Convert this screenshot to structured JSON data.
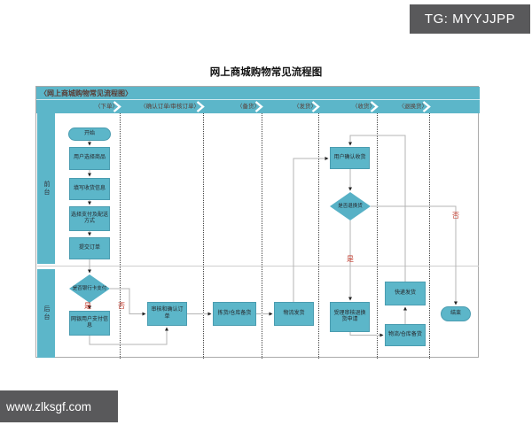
{
  "overlay": {
    "tg_badge": "TG: MYYJJPP",
    "watermark": "www.zlksgf.com"
  },
  "page_title": "网上商城购物常见流程图",
  "flowchart": {
    "header_label": "〈网上商城购物常见流程图〉",
    "phases": [
      "〈下单〉",
      "〈确认订单/审核订单〉",
      "〈备货〉",
      "〈发货〉",
      "〈收货〉",
      "〈退换货〉"
    ],
    "lanes": [
      "前台",
      "后台"
    ],
    "nodes": {
      "start": "开始",
      "select_goods": "用户选择商品",
      "fill_address": "填写收货信息",
      "choose_payment": "选择支付及配送方式",
      "submit_order": "提交订单",
      "bank_pay_decision": "是否银行卡支付",
      "online_pay_info": "网银用户支付信息",
      "review_order": "审核和确认订单",
      "pick_goods": "拣货/仓库备货",
      "logistics_ship": "物流发货",
      "confirm_receipt": "用户确认收货",
      "return_decision": "是否退换货",
      "return_request": "受理审核退换货申请",
      "express_reship": "快递发货",
      "return_restock": "物流/仓库备货",
      "end": "结束"
    },
    "branch_labels": {
      "bank_yes": "是",
      "bank_no": "否",
      "return_yes": "是",
      "return_no": "否"
    },
    "colors": {
      "node_fill": "#5cb6c9",
      "node_border": "#4a9cb0",
      "branch_label": "#c0392b",
      "connector": "#b4b4b4",
      "badge_bg": "#59595b"
    }
  }
}
